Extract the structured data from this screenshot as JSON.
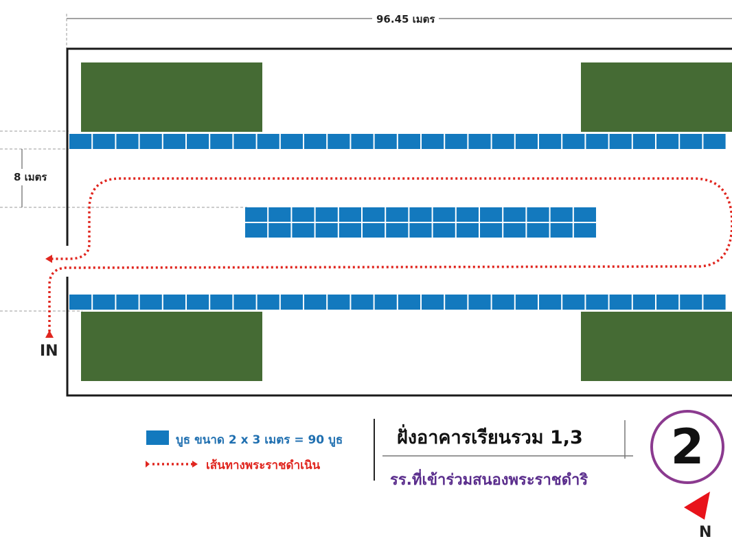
{
  "dimensions": {
    "width_label": "96.45 เมตร",
    "aisle_label": "8 เมตร"
  },
  "entrance_label": "IN",
  "legend": {
    "booth_text": "บูธ ขนาด 2 x 3 เมตร = 90 บูธ",
    "route_text": "เส้นทางพระราชดำเนิน"
  },
  "zone": {
    "title": "ฝั่งอาคารเรียนรวม 1,3",
    "subtitle": "รร.ที่เข้าร่วมสนองพระราชดำริ",
    "number": "2"
  },
  "compass": {
    "label": "N"
  },
  "booth_rows": [
    {
      "name": "booth-row-top",
      "count": 28
    },
    {
      "name": "booth-row-center-upper",
      "count": 15
    },
    {
      "name": "booth-row-center-lower",
      "count": 15
    },
    {
      "name": "booth-row-bottom",
      "count": 28
    }
  ],
  "colors": {
    "booth": "#1379be",
    "green_area": "#456b34",
    "route": "#e0261f",
    "outline": "#1a1a1a",
    "zone_circle": "#8b3a8f",
    "subtitle": "#5a2d8c",
    "legend_booth_text": "#1f6fb0",
    "dim_line": "#9a9a9a"
  },
  "icons": {
    "route_arrow": "arrow-right-icon",
    "compass": "north-arrow-icon"
  }
}
